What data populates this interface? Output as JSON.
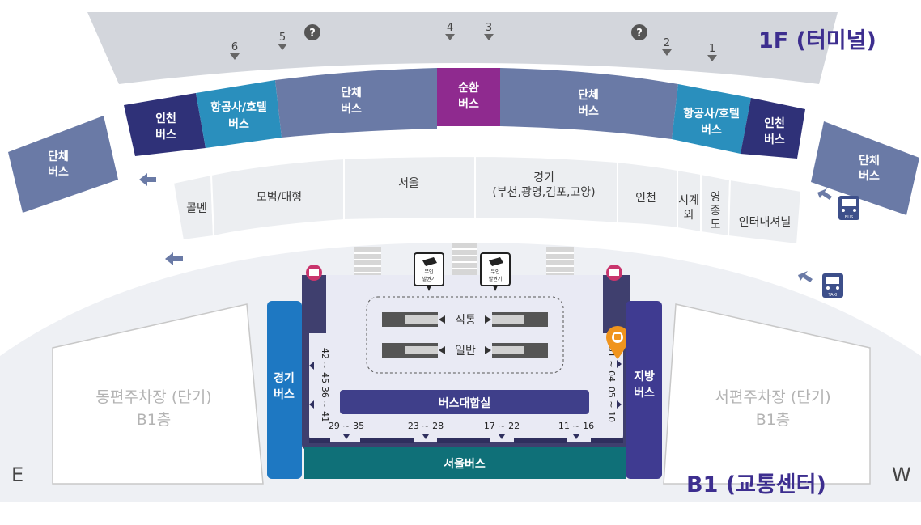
{
  "floors": {
    "top": "1F (터미널)",
    "bottom": "B1 (교통센터)"
  },
  "compass": {
    "east": "E",
    "west": "W"
  },
  "doors": [
    "6",
    "5",
    "4",
    "3",
    "2",
    "1"
  ],
  "help_icon": "question-circle-icon",
  "bus_stops_1f": [
    {
      "line1": "단체",
      "line2": "버스"
    },
    {
      "line1": "인천",
      "line2": "버스"
    },
    {
      "line1": "항공사/호텔",
      "line2": "버스"
    },
    {
      "line1": "단체",
      "line2": "버스"
    },
    {
      "line1": "순환",
      "line2": "버스"
    },
    {
      "line1": "단체",
      "line2": "버스"
    },
    {
      "line1": "항공사/호텔",
      "line2": "버스"
    },
    {
      "line1": "인천",
      "line2": "버스"
    },
    {
      "line1": "단체",
      "line2": "버스"
    }
  ],
  "destinations": [
    {
      "line1": "콜벤",
      "line2": ""
    },
    {
      "line1": "모범/대형",
      "line2": ""
    },
    {
      "line1": "서울",
      "line2": ""
    },
    {
      "line1": "경기",
      "line2": "(부천,광명,김포,고양)"
    },
    {
      "line1": "인천",
      "line2": ""
    },
    {
      "line1": "시계",
      "line2": "외"
    },
    {
      "line1": "영",
      "line2": "종",
      "line3": "도"
    },
    {
      "line1": "인터내셔널",
      "line2": ""
    }
  ],
  "icons": {
    "bus_icon_label": "BUS",
    "taxi_icon_label": "TAXI"
  },
  "kiosk": {
    "line1": "무인",
    "line2": "발권기"
  },
  "escalator": {
    "express": "직통",
    "general": "일반"
  },
  "lounge": "버스대합실",
  "b1_bus": {
    "gyeonggi": {
      "line1": "경기",
      "line2": "버스"
    },
    "jibang": {
      "line1": "지방",
      "line2": "버스"
    },
    "seoul": "서울버스"
  },
  "gates": {
    "left": [
      "42 ~ 45",
      "36 ~ 41"
    ],
    "right": [
      "01 ~ 04",
      "05 ~ 10"
    ],
    "bottom": [
      "29 ~ 35",
      "23 ~ 28",
      "17 ~ 22",
      "11 ~ 16"
    ]
  },
  "parking": {
    "east": {
      "line1": "동편주차장 (단기)",
      "line2": "B1층"
    },
    "west": {
      "line1": "서편주차장 (단기)",
      "line2": "B1층"
    }
  },
  "colors": {
    "group_bus": "#6a7aa6",
    "incheon_bus": "#2f3178",
    "airline_hotel_bus": "#2a8fbd",
    "circulation_bus": "#8f2a8f",
    "gyeonggi_bus": "#1e78c2",
    "jibang_bus": "#3f3b91",
    "seoul_bus": "#0f7078",
    "floor_label": "#3d2e8f"
  }
}
